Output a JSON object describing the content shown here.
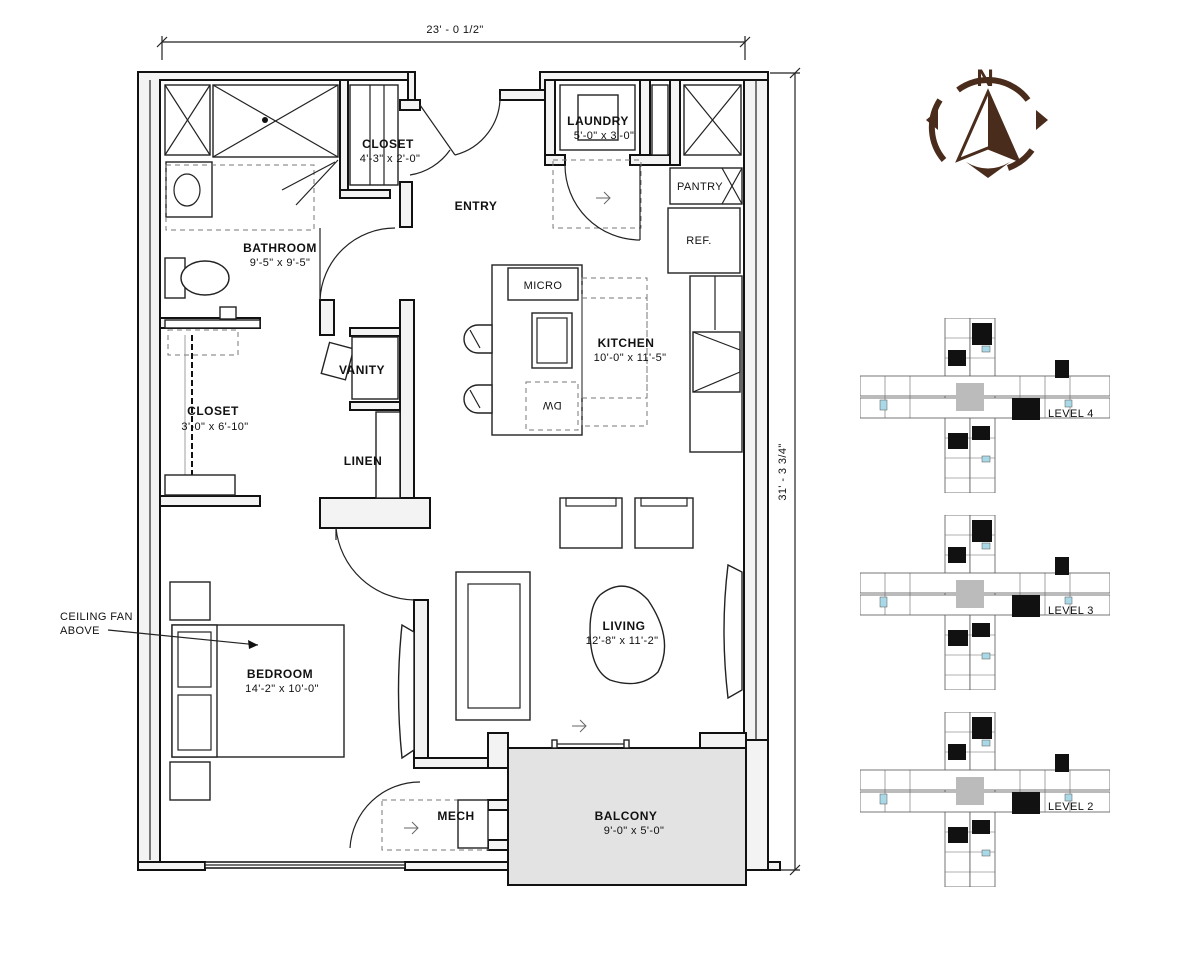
{
  "dimensions": {
    "overall_width": "23' - 0 1/2\"",
    "overall_depth": "31' - 3 3/4\""
  },
  "rooms": {
    "closet_entry": {
      "name": "CLOSET",
      "size": "4'-3\" x 2'-0\""
    },
    "laundry": {
      "name": "LAUNDRY",
      "size": "5'-0\" x 3'-0\""
    },
    "entry": {
      "name": "ENTRY"
    },
    "pantry": {
      "name": "PANTRY"
    },
    "bathroom": {
      "name": "BATHROOM",
      "size": "9'-5\" x 9'-5\""
    },
    "kitchen": {
      "name": "KITCHEN",
      "size": "10'-0\" x 11'-5\""
    },
    "vanity": {
      "name": "VANITY"
    },
    "closet_bed": {
      "name": "CLOSET",
      "size": "3'-0\" x 6'-10\""
    },
    "linen": {
      "name": "LINEN"
    },
    "living": {
      "name": "LIVING",
      "size": "12'-8\" x 11'-2\""
    },
    "bedroom": {
      "name": "BEDROOM",
      "size": "14'-2\" x 10'-0\""
    },
    "mech": {
      "name": "MECH"
    },
    "balcony": {
      "name": "BALCONY",
      "size": "9'-0\" x 5'-0\""
    }
  },
  "appliances": {
    "refrigerator": "REF.",
    "microwave": "MICRO",
    "dishwasher": "DW"
  },
  "annotations": {
    "ceiling_fan_line1": "CEILING FAN",
    "ceiling_fan_line2": "ABOVE"
  },
  "compass": {
    "letter": "N",
    "icon": "north-arrow-icon"
  },
  "key_plans": [
    {
      "label": "LEVEL 4"
    },
    {
      "label": "LEVEL 3"
    },
    {
      "label": "LEVEL 2"
    }
  ],
  "colors": {
    "compass": "#4a2c1c",
    "balcony_fill": "#e3e3e3",
    "key_highlight": "#a9d8e6"
  }
}
